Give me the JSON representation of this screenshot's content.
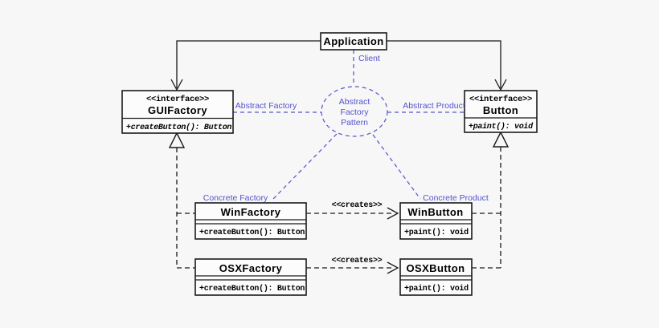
{
  "colors": {
    "accent": "#5353cd",
    "background": "#f7f7f7",
    "box_fill": "#fcfcfc",
    "line": "#1a1a1a"
  },
  "diagram": {
    "application": {
      "title": "Application"
    },
    "gui_factory": {
      "stereotype": "<<interface>>",
      "title": "GUIFactory",
      "method": "+createButton(): Button"
    },
    "button": {
      "stereotype": "<<interface>>",
      "title": "Button",
      "method": "+paint(): void"
    },
    "pattern_ellipse": {
      "line1": "Abstract",
      "line2": "Factory",
      "line3": "Pattern"
    },
    "win_factory": {
      "title": "WinFactory",
      "method": "+createButton(): Button"
    },
    "win_button": {
      "title": "WinButton",
      "method": "+paint(): void"
    },
    "osx_factory": {
      "title": "OSXFactory",
      "method": "+createButton(): Button"
    },
    "osx_button": {
      "title": "OSXButton",
      "method": "+paint(): void"
    },
    "labels": {
      "client": "Client",
      "abstract_factory": "Abstract Factory",
      "abstract_product": "Abstract Product",
      "concrete_factory": "Concrete Factory",
      "concrete_product": "Concrete Product",
      "creates_top": "<<creates>>",
      "creates_bottom": "<<creates>>"
    }
  }
}
